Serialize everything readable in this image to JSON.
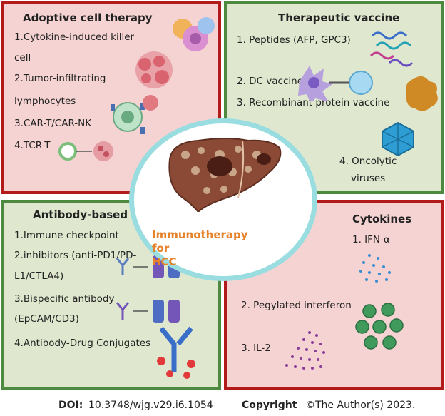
{
  "adoptive": {
    "title": "Adoptive cell therapy",
    "items": [
      "1.Cytokine-induced killer",
      "cell",
      "2.Tumor-infiltrating",
      "lymphocytes",
      "3.CAR-T/CAR-NK",
      "4.TCR-T"
    ]
  },
  "vaccine": {
    "title": "Therapeutic vaccine",
    "items": [
      "1. Peptides (AFP, GPC3)",
      "2. DC vaccine",
      "3. Recombinant protein vaccine",
      "4. Oncolytic",
      "viruses"
    ]
  },
  "antibody": {
    "title": "Antibody-based",
    "items": [
      "1.Immune checkpoint",
      "2.inhibitors (anti-PD1/PD-",
      "L1/CTLA4)",
      "3.Bispecific antibody",
      "(EpCAM/CD3)",
      "4.Antibody-Drug Conjugates"
    ]
  },
  "cytokines": {
    "title": "Cytokines",
    "items": [
      "1. IFN-α",
      "2. Pegylated interferon",
      "3. IL-2"
    ]
  },
  "center": {
    "line1": "Immunotherapy for",
    "line2": "HCC"
  },
  "footer": {
    "doi_label": "DOI:",
    "doi_value": "10.3748/wjg.v29.i6.1054",
    "copyright_label": "Copyright",
    "copyright_value": "©The Author(s) 2023."
  },
  "colors": {
    "red_border": "#b31a1a",
    "green_border": "#4d8a3f",
    "center_ring": "#9adde0",
    "center_text": "#e6822a"
  }
}
